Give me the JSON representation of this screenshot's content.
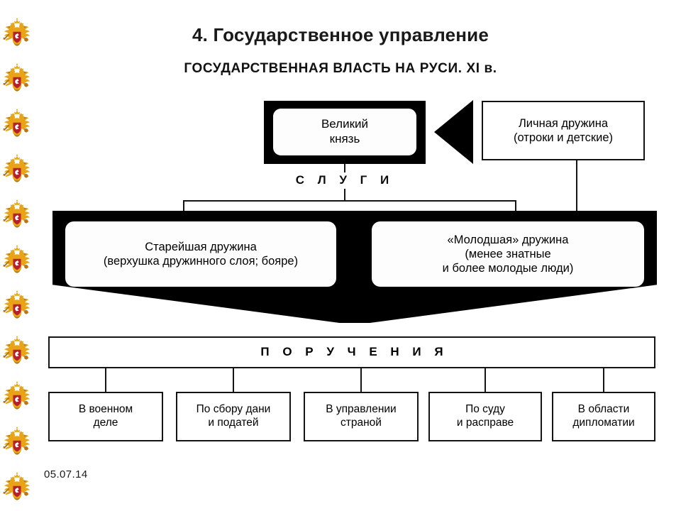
{
  "slide": {
    "title": "4. Государственное управление",
    "chart_title": "ГОСУДАРСТВЕННАЯ ВЛАСТЬ НА РУСИ. XI в.",
    "date": "05.07.14",
    "background": "#ffffff",
    "ink": "#000000"
  },
  "decor": {
    "emblem_name": "russian-double-headed-eagle",
    "emblem_count": 11,
    "gold": "#e8a317",
    "gold_dark": "#b8761a",
    "red": "#b5202c",
    "white": "#ffffff"
  },
  "diagram": {
    "prince": {
      "label": "Великий\nкнязь",
      "line1": "Великий",
      "line2": "князь"
    },
    "personal_druzhina": {
      "line1": "Личная дружина",
      "line2": "(отроки и детские)"
    },
    "servants_label": "С Л У Г И",
    "elder_druzhina": {
      "line1": "Старейшая дружина",
      "line2": "(верхушка дружинного слоя; бояре)"
    },
    "younger_druzhina": {
      "line1": "«Молодшая» дружина",
      "line2": "(менее знатные",
      "line3": "и более молодые люди)"
    },
    "errands_label": "П О Р У Ч Е Н И Я",
    "duties": [
      {
        "line1": "В военном",
        "line2": "деле"
      },
      {
        "line1": "По сбору дани",
        "line2": "и податей"
      },
      {
        "line1": "В управлении",
        "line2": "страной"
      },
      {
        "line1": "По суду",
        "line2": "и расправе"
      },
      {
        "line1": "В области",
        "line2": "дипломатии"
      }
    ],
    "flow_arrow": "left-pointing-triangle"
  }
}
